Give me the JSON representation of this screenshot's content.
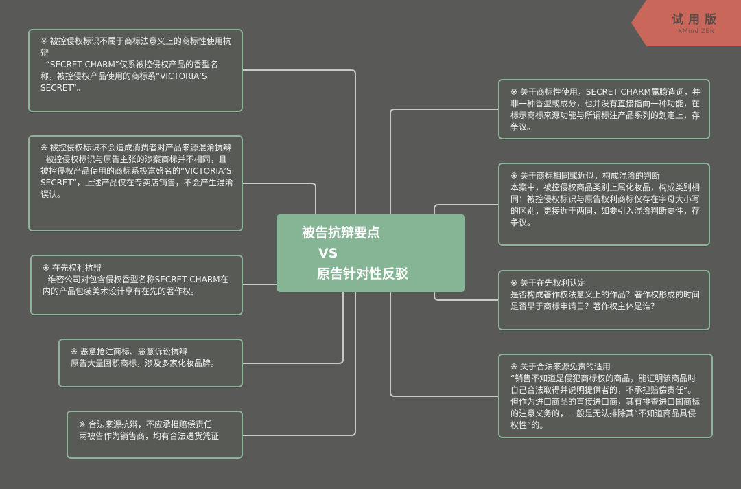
{
  "center": {
    "line1": "被告抗辩要点",
    "line2": "VS",
    "line3": "原告针对性反驳"
  },
  "left_nodes": [
    {
      "title": "※ 被控侵权标识不属于商标法意义上的商标性使用抗辩",
      "body": "  “SECRET CHARM”仅系被控侵权产品的香型名称，被控侵权产品使用的商标系“VICTORIA’S SECRET”。"
    },
    {
      "title": "※ 被控侵权标识不会造成消费者对产品来源混淆抗辩",
      "body": "  被控侵权标识与原告主张的涉案商标并不相同，且被控侵权产品使用的商标系极富盛名的“VICTORIA’S SECRET”，上述产品仅在专卖店销售，不会产生混淆误认。"
    },
    {
      "title": "※ 在先权利抗辩",
      "body": "  维密公司对包含侵权香型名称SECRET CHARM在内的产品包装美术设计享有在先的著作权。"
    },
    {
      "title": "※ 恶意抢注商标、恶意诉讼抗辩",
      "body": "原告大量囤积商标，涉及多家化妆品牌。"
    },
    {
      "title": "※ 合法来源抗辩，不应承担赔偿责任",
      "body": "两被告作为销售商，均有合法进货凭证"
    }
  ],
  "right_nodes": [
    {
      "title": "※ 关于商标性使用，SECRET CHARM属臆造词，并非一种香型或成分，也并没有直接指向一种功能，在标示商标来源功能与所谓标注产品系列的划定上，存争议。",
      "body": ""
    },
    {
      "title": "※ 关于商标相同或近似，构成混淆的判断",
      "body": "本案中，被控侵权商品类别上属化妆品，构成类别相同；被控侵权标识与原告权利商标仅存在字母大小写的区别，更接近于两同，如要引入混淆判断要件，存争议。"
    },
    {
      "title": "※ 关于在先权利认定",
      "body": "是否构成著作权法意义上的作品？著作权形成的时间是否早于商标申请日？著作权主体是谁？"
    },
    {
      "title": "※ 关于合法来源免责的适用",
      "body": "“销售不知道是侵犯商标权的商品，能证明该商品时自己合法取得并说明提供者的，不承担赔偿责任”。但作为进口商品的直接进口商，其有排查进口国商标的注意义务的，一般是无法排除其“不知道商品具侵权性”的。"
    }
  ],
  "watermark": {
    "label": "试用版",
    "sub": "XMind ZEN"
  },
  "colors": {
    "background": "#595957",
    "center_fill": "#85b594",
    "node_border": "#8fb39a",
    "link": "#c8cac6",
    "badge": "#c9685a"
  }
}
